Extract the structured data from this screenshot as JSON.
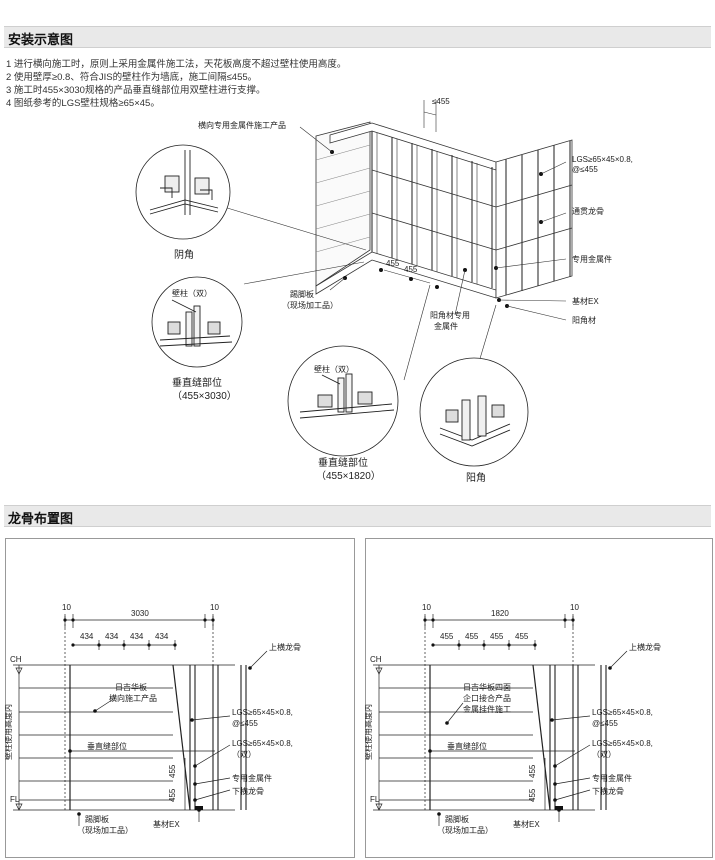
{
  "section1": {
    "title": "安装示意图",
    "notes": [
      "1 进行横向施工时，原则上采用金属件施工法，天花板高度不超过壁柱使用高度。",
      "2 使用壁厚≥0.8、符合JIS的壁柱作为墙底，施工间隔≤455。",
      "3 施工时455×3030规格的产品垂直缝部位用双壁柱进行支撑。",
      "4 图纸参考的LGS壁柱规格≥65×45。"
    ],
    "labels": {
      "spacing_top": "≤455",
      "horizontal_product": "横向专用金属件施工产品",
      "lgs_line1": "LGS≥65×45×0.8,",
      "lgs_line2": "@≤455",
      "through_keel": "通贯龙骨",
      "special_part": "专用金属件",
      "base_ex": "基材EX",
      "outside_corner_mat": "阳角材",
      "kick_line1": "踢脚板",
      "kick_line2": "（现场加工品）",
      "spacing_a": "455",
      "spacing_b": "455",
      "corner_special_1": "阳角材专用",
      "corner_special_2": "金属件",
      "inside_corner": "阴角",
      "stud_double_1": "壁柱（双）",
      "vjoint_1_title": "垂直缝部位",
      "vjoint_1_size": "（455×3030）",
      "stud_double_2": "壁柱（双）",
      "vjoint_2_title": "垂直缝部位",
      "vjoint_2_size": "（455×1820）",
      "outside_corner": "阳角"
    }
  },
  "section2": {
    "title": "龙骨布置图",
    "left": {
      "dim_left": "10",
      "dim_total": "3030",
      "dim_right": "10",
      "dims": [
        "434",
        "434",
        "434",
        "434"
      ],
      "ch": "CH",
      "fl": "FL",
      "side_label": "壁柱使用高度内",
      "top_keel": "上横龙骨",
      "product_1": "日吉华板",
      "product_2": "横向施工产品",
      "lgs_1": "LGS≥65×45×0.8,",
      "lgs_2": "@≤455",
      "vjoint": "垂直缝部位",
      "lgs2_1": "LGS≥65×45×0.8,",
      "lgs2_2": "（双）",
      "dim_v1": "455",
      "dim_v2": "455",
      "special": "专用金属件",
      "bottom_keel": "下横龙骨",
      "kick_1": "踢脚板",
      "kick_2": "（现场加工品）",
      "base_ex": "基材EX"
    },
    "right": {
      "dim_left": "10",
      "dim_total": "1820",
      "dim_right": "10",
      "dims": [
        "455",
        "455",
        "455",
        "455"
      ],
      "ch": "CH",
      "fl": "FL",
      "side_label": "壁柱使用高度内",
      "top_keel": "上横龙骨",
      "product_1": "日吉华板四面",
      "product_2": "企口接合产品",
      "product_3": "金属挂件施工",
      "lgs_1": "LGS≥65×45×0.8,",
      "lgs_2": "@≤455",
      "vjoint": "垂直缝部位",
      "lgs2_1": "LGS≥65×45×0.8,",
      "lgs2_2": "（双）",
      "dim_v1": "455",
      "dim_v2": "455",
      "special": "专用金属件",
      "bottom_keel": "下横龙骨",
      "kick_1": "踢脚板",
      "kick_2": "（现场加工品）",
      "base_ex": "基材EX"
    }
  }
}
